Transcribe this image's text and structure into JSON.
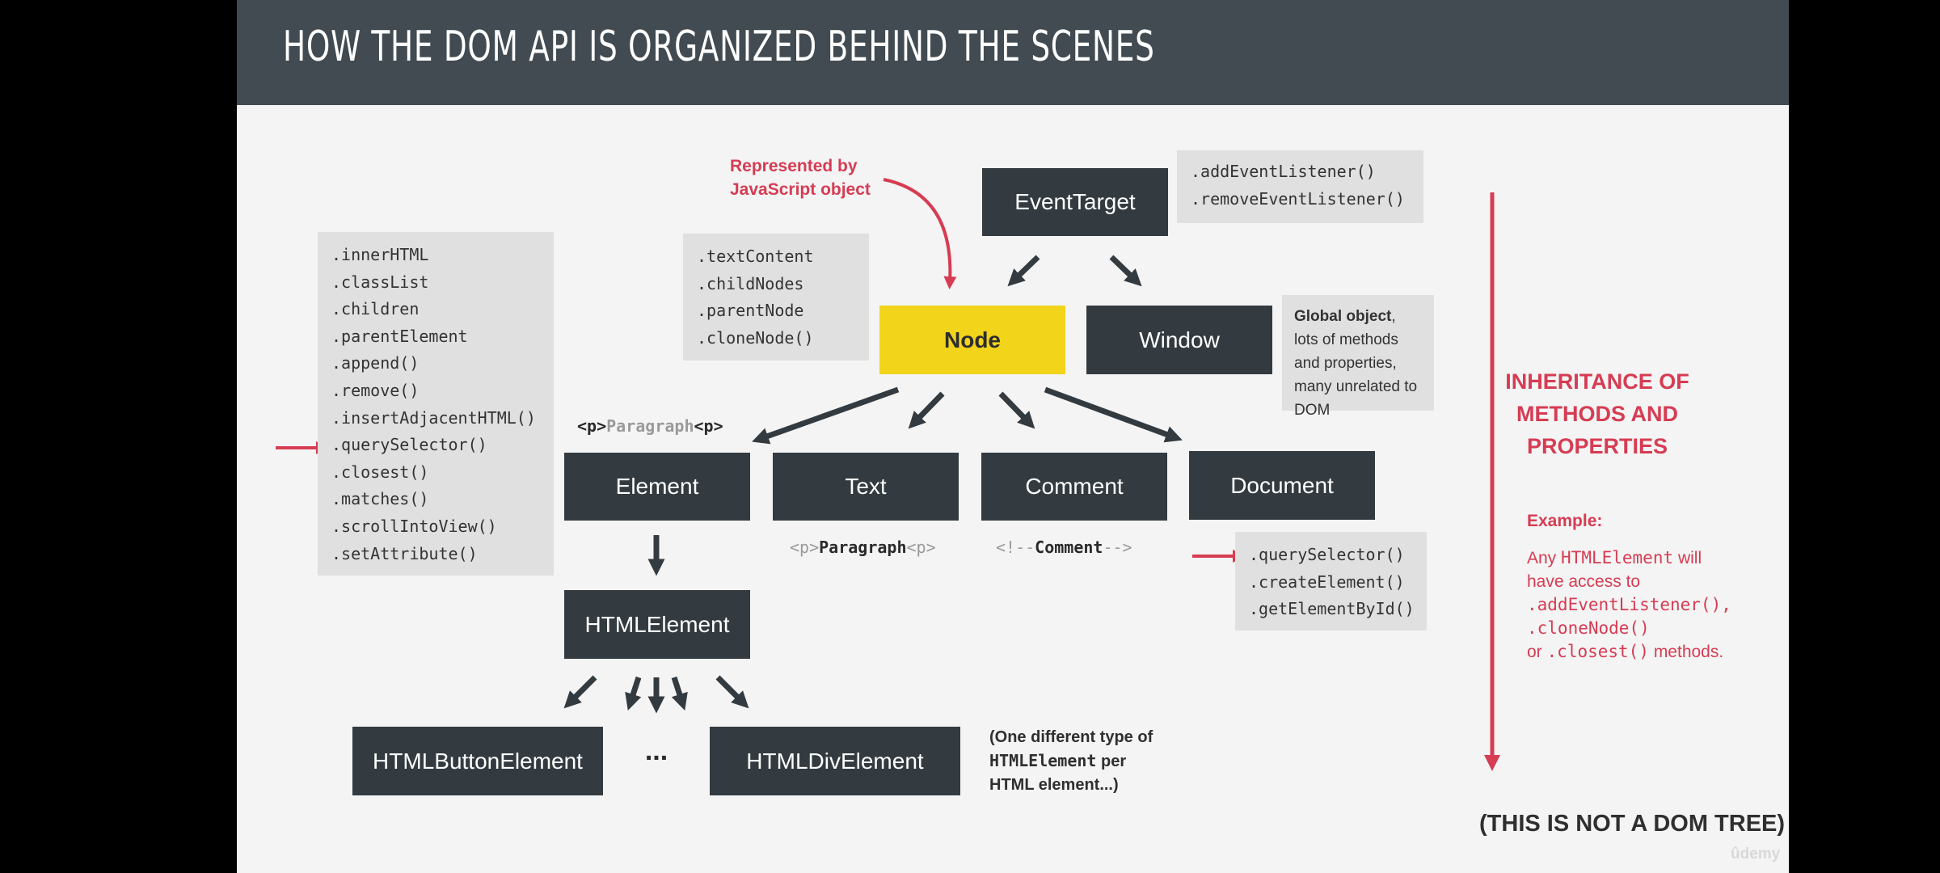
{
  "title": "How the DOM API is organized behind the scenes",
  "callout": {
    "line1": "Represented by",
    "line2": "JavaScript object"
  },
  "nodes": {
    "event_target": "EventTarget",
    "node": "Node",
    "window": "Window",
    "element": "Element",
    "text": "Text",
    "comment": "Comment",
    "document": "Document",
    "html_element": "HTMLElement",
    "html_button_element": "HTMLButtonElement",
    "ellipsis": "...",
    "html_div_element": "HTMLDivElement"
  },
  "event_target_methods": [
    ".addEventListener()",
    ".removeEventListener()"
  ],
  "node_methods": [
    ".textContent",
    ".childNodes",
    ".parentNode",
    ".cloneNode()"
  ],
  "element_methods": [
    ".innerHTML",
    ".classList",
    ".children",
    ".parentElement",
    ".append()",
    ".remove()",
    ".insertAdjacentHTML()",
    ".querySelector()",
    ".closest()",
    ".matches()",
    ".scrollIntoView()",
    ".setAttribute()"
  ],
  "document_methods": [
    ".querySelector()",
    ".createElement()",
    ".getElementById()"
  ],
  "window_note": {
    "bold": "Global object",
    "rest": ", lots of methods and properties, many unrelated to DOM"
  },
  "element_tag": {
    "open": "<p>",
    "text": "Paragraph",
    "close": "<p>"
  },
  "text_tag": {
    "open": "<p>",
    "text": "Paragraph",
    "close": "<p>"
  },
  "comment_tag": {
    "open": "<!--",
    "text": "Comment",
    "close": "-->"
  },
  "html_element_note": {
    "part1": "(One different type of",
    "mono": "HTMLElement",
    "part2": "per",
    "part3": "HTML element...)"
  },
  "inheritance": {
    "title": "INHERITANCE OF METHODS AND PROPERTIES"
  },
  "example": {
    "heading": "Example:",
    "any": "Any",
    "class": "HTMLElement",
    "will": "will",
    "have_access": "have access to",
    "m1": ".addEventListener(),",
    "m2": ".cloneNode()",
    "or": "or",
    "m3": ".closest()",
    "methods": "methods."
  },
  "footer": "(THIS IS NOT A DOM TREE)",
  "watermark": "ûdemy",
  "colors": {
    "header": "#414b51",
    "node_dark": "#333b40",
    "node_yellow": "#f2d41b",
    "accent_red": "#d63c53",
    "code_bg": "#e0e0e0"
  }
}
